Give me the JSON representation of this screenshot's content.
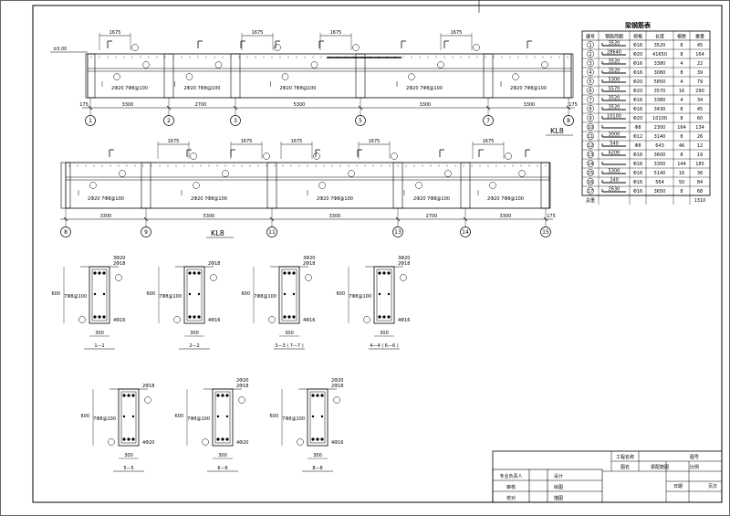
{
  "drawing": {
    "beam_upper": {
      "elevation_tag": "±0.00",
      "axis_marks": [
        "1",
        "2",
        "3",
        "5",
        "7",
        "8"
      ],
      "span_notes": [
        "2Φ20 7Φ8@100",
        "2Φ20 7Φ8@100",
        "2Φ20 7Φ8@100",
        "2Φ20 7Φ8@100",
        "2Φ20 7Φ8@100",
        "2Φ20 7Φ8@100"
      ],
      "dims": [
        "175",
        "3300",
        "2700",
        "5300",
        "3300",
        "3300",
        "175"
      ],
      "tops": [
        "1675",
        "1675",
        "1675",
        "1675"
      ]
    },
    "beam_lower": {
      "axis_marks": [
        "8",
        "9",
        "11",
        "13",
        "14",
        "15"
      ],
      "span_notes": [
        "2Φ20 7Φ8@100",
        "2Φ20 7Φ8@100",
        "2Φ20 7Φ8@100",
        "2Φ20 7Φ8@100",
        "2Φ20 7Φ8@100",
        "2Φ20 7Φ8@100"
      ],
      "dims": [
        "3300",
        "5300",
        "3300",
        "2700",
        "3300",
        "175"
      ],
      "tops": [
        "1675",
        "1675",
        "1675",
        "1675",
        "1675"
      ]
    },
    "beam_labels": [
      "KL8",
      "KL8"
    ],
    "sections": [
      {
        "label": "1—1",
        "top": "3Φ20",
        "top2": "2Φ18",
        "side": "7Φ8@100",
        "bottom": "4Φ16",
        "width": "300",
        "height": "600"
      },
      {
        "label": "2—2",
        "top": "",
        "top2": "2Φ18",
        "side": "7Φ8@100",
        "bottom": "4Φ16",
        "width": "300",
        "height": "600"
      },
      {
        "label": "3—3 ( 7—7 )",
        "top": "3Φ20",
        "top2": "2Φ18",
        "side": "7Φ8@100",
        "bottom": "4Φ16",
        "width": "300",
        "height": "600"
      },
      {
        "label": "4—4 ( 6—6 )",
        "top": "3Φ20",
        "top2": "2Φ18",
        "side": "7Φ8@100",
        "bottom": "4Φ16",
        "width": "300",
        "height": "600"
      },
      {
        "label": "5—5",
        "top": "",
        "top2": "2Φ18",
        "side": "7Φ8@100",
        "bottom": "4Φ20",
        "width": "300",
        "height": "600"
      },
      {
        "label": "6—6",
        "top": "2Φ20",
        "top2": "2Φ18",
        "side": "7Φ8@100",
        "bottom": "4Φ20",
        "width": "300",
        "height": "600"
      },
      {
        "label": "8—8",
        "top": "2Φ20",
        "top2": "2Φ18",
        "side": "7Φ8@100",
        "bottom": "4Φ16",
        "width": "300",
        "height": "600"
      }
    ],
    "schedule": {
      "title": "梁钢筋表",
      "headers": [
        "编号",
        "钢筋简图",
        "规格",
        "长度",
        "根数",
        "重量"
      ],
      "rows": [
        [
          "1",
          "3520",
          "Φ16",
          "3520",
          "8",
          "45"
        ],
        [
          "2",
          "28640",
          "Φ20",
          "41650",
          "8",
          "164"
        ],
        [
          "3",
          "3520",
          "Φ16",
          "3380",
          "4",
          "22"
        ],
        [
          "4",
          "3520",
          "Φ16",
          "3080",
          "8",
          "39"
        ],
        [
          "5",
          "5300",
          "Φ20",
          "5850",
          "4",
          "79"
        ],
        [
          "6",
          "5570",
          "Φ20",
          "3570",
          "16",
          "290"
        ],
        [
          "7",
          "3520",
          "Φ16",
          "3380",
          "4",
          "34"
        ],
        [
          "8",
          "3520",
          "Φ16",
          "3430",
          "8",
          "45"
        ],
        [
          "9",
          "10100",
          "Φ20",
          "10100",
          "8",
          "60"
        ],
        [
          "10",
          "",
          "Φ8",
          "2300",
          "164",
          "134"
        ],
        [
          "11",
          "3000",
          "Φ12",
          "3140",
          "8",
          "26"
        ],
        [
          "12",
          "540",
          "Φ8",
          "643",
          "46",
          "12"
        ],
        [
          "13",
          "6200",
          "Φ16",
          "3600",
          "8",
          "19"
        ],
        [
          "14",
          "",
          "Φ16",
          "3300",
          "144",
          "185"
        ],
        [
          "15",
          "5300",
          "Φ16",
          "5140",
          "16",
          "36"
        ],
        [
          "16",
          "240",
          "Φ16",
          "564",
          "50",
          "84"
        ],
        [
          "17",
          "2630",
          "Φ16",
          "3650",
          "8",
          "68"
        ]
      ],
      "total_label": "总重",
      "total": "1310"
    },
    "title_block": {
      "left_labels": [
        "专业负责人",
        "审核",
        "校对"
      ],
      "mid_labels": [
        "设计",
        "绘图",
        "描图"
      ],
      "right_top": [
        "工程名称",
        "",
        "图号"
      ],
      "right_mid": [
        "图名",
        "梁配筋图",
        "比例"
      ],
      "right_low": [
        "",
        "日期",
        "页次"
      ]
    }
  }
}
